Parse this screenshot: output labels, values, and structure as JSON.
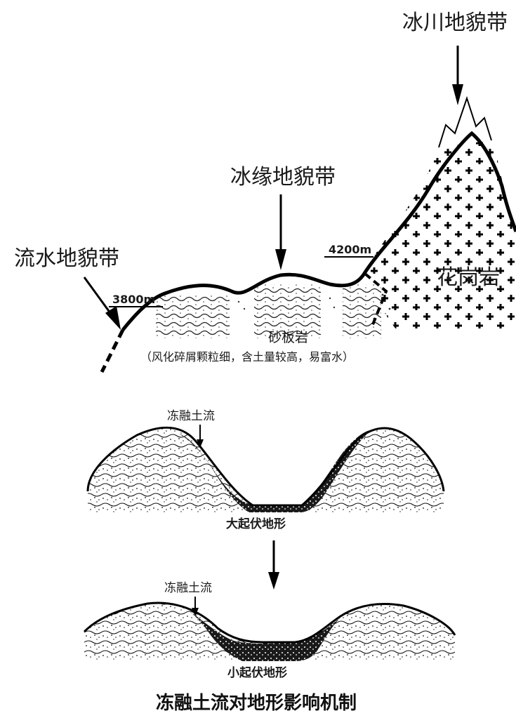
{
  "upper": {
    "glacial_zone": "冰川地貌带",
    "periglacial_zone": "冰缘地貌带",
    "fluvial_zone": "流水地貌带",
    "elev_4200": "4200m",
    "elev_3800": "3800m",
    "granite": "花岗岩",
    "slate": "砂板岩",
    "slate_note": "（风化碎屑颗粒细，含土量较高，易富水）"
  },
  "lower": {
    "solifluction_1": "冻融土流",
    "large_relief": "大起伏地形",
    "solifluction_2": "冻融土流",
    "small_relief": "小起伏地形"
  },
  "caption": "冻融土流对地形影响机制"
}
